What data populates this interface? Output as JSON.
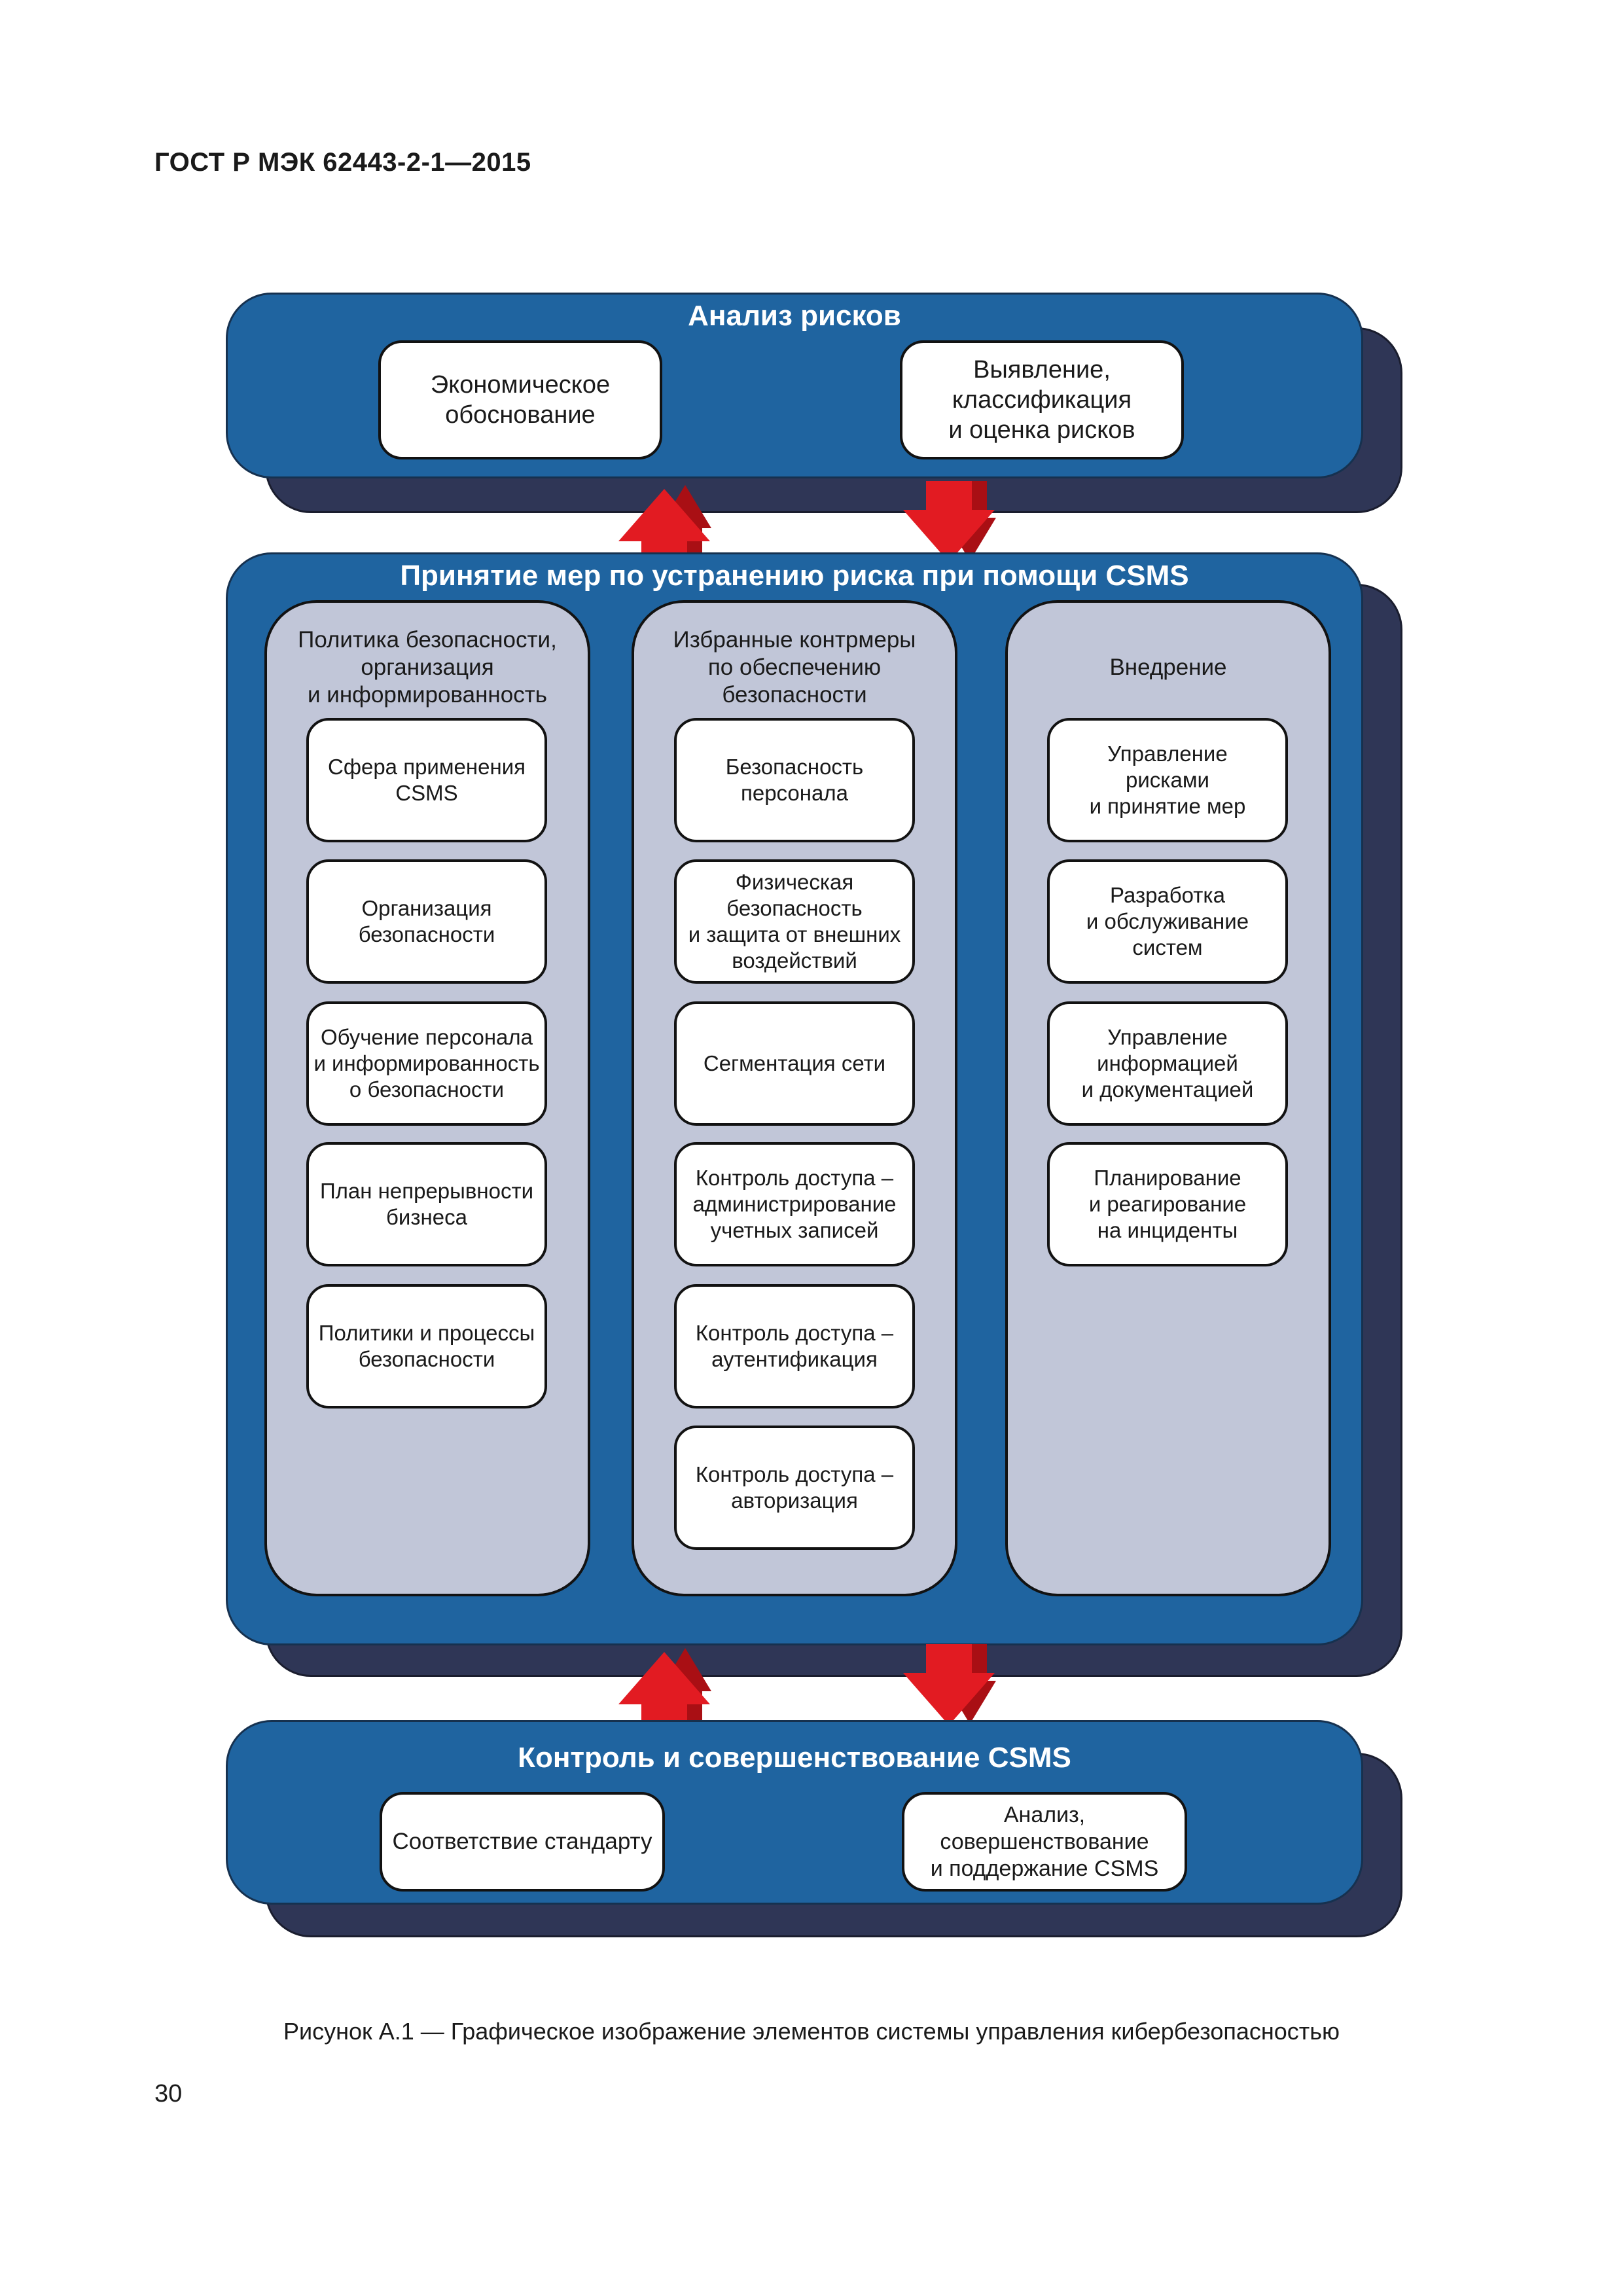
{
  "document": {
    "header": "ГОСТ Р МЭК 62443-2-1—2015",
    "caption": "Рисунок А.1 — Графическое изображение элементов системы управления кибербезопасностью",
    "page_number": "30"
  },
  "colors": {
    "section_blue": "#1f64a0",
    "section_shadow": "#2f3656",
    "column_grey": "#c1c6d8",
    "arrow_red": "#e21b22"
  },
  "risk_analysis": {
    "title": "Анализ рисков",
    "boxes": [
      "Экономическое\nобоснование",
      "Выявление,\nклассификация\nи оценка рисков"
    ]
  },
  "risk_treatment": {
    "title": "Принятие мер по устранению риска при помощи CSMS",
    "columns": [
      {
        "title": "Политика безопасности,\nорганизация\nи информированность",
        "items": [
          "Сфера применения\nCSMS",
          "Организация\nбезопасности",
          "Обучение персонала\nи информированность\nо безопасности",
          "План непрерывности\nбизнеса",
          "Политики и процессы\nбезопасности"
        ]
      },
      {
        "title": "Избранные контрмеры\nпо обеспечению\nбезопасности",
        "items": [
          "Безопасность\nперсонала",
          "Физическая\nбезопасность\nи защита от внешних\nвоздействий",
          "Сегментация сети",
          "Контроль доступа –\nадминистрирование\nучетных записей",
          "Контроль доступа –\nаутентификация",
          "Контроль доступа –\nавторизация"
        ]
      },
      {
        "title": "Внедрение",
        "items": [
          "Управление\nрисками\nи принятие мер",
          "Разработка\nи обслуживание\nсистем",
          "Управление\nинформацией\nи документацией",
          "Планирование\nи реагирование\nна инциденты"
        ]
      }
    ]
  },
  "monitoring": {
    "title": "Контроль и совершенствование CSMS",
    "boxes": [
      "Соответствие стандарту",
      "Анализ,\nсовершенствование\nи поддержание CSMS"
    ]
  }
}
